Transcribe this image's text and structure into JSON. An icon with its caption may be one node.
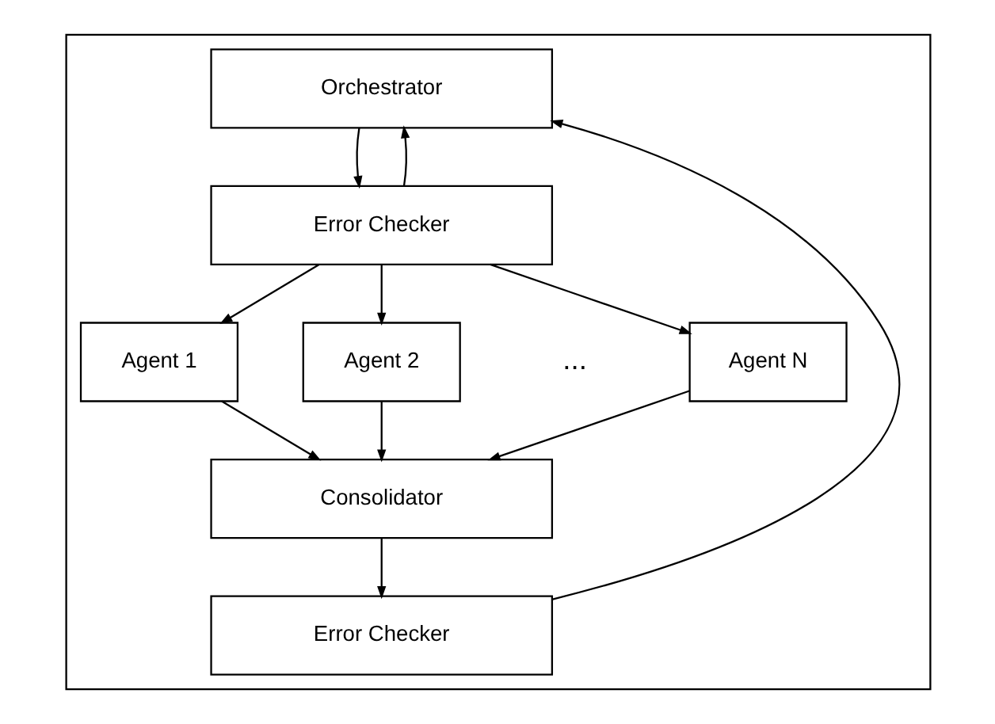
{
  "diagram": {
    "nodes": [
      {
        "text": [],
        "shape": "box"
      },
      {
        "text": [
          "Orchestrator"
        ],
        "in": 0
      },
      {
        "text": [
          "Error Checker"
        ],
        "in": 0
      },
      {
        "text": [
          "Agent 1"
        ],
        "in": 0
      },
      {
        "text": [
          "Agent 2"
        ],
        "in": 0
      },
      {
        "text": [
          "Agent N"
        ],
        "in": 0
      },
      {
        "text": [
          "Consolidator"
        ],
        "in": 0
      },
      {
        "text": [
          "Error Checker"
        ],
        "in": 0
      }
    ],
    "edges": [
      {
        "from": 1,
        "to": 2,
        "arrow": "to"
      },
      {
        "from": 2,
        "to": 1,
        "arrow": "to"
      },
      {
        "from": 2,
        "to": 3,
        "arrow": "to"
      },
      {
        "from": 2,
        "to": 4,
        "arrow": "to"
      },
      {
        "from": 2,
        "to": 5,
        "arrow": "to"
      },
      {
        "from": 3,
        "to": 6,
        "arrow": "to"
      },
      {
        "from": 4,
        "to": 6,
        "arrow": "to"
      },
      {
        "from": 5,
        "to": 6,
        "arrow": "to"
      },
      {
        "from": 6,
        "to": 7,
        "arrow": "to"
      },
      {
        "from": 7,
        "to": 1,
        "arrow": "to"
      }
    ],
    "labels": [
      "..."
    ]
  }
}
